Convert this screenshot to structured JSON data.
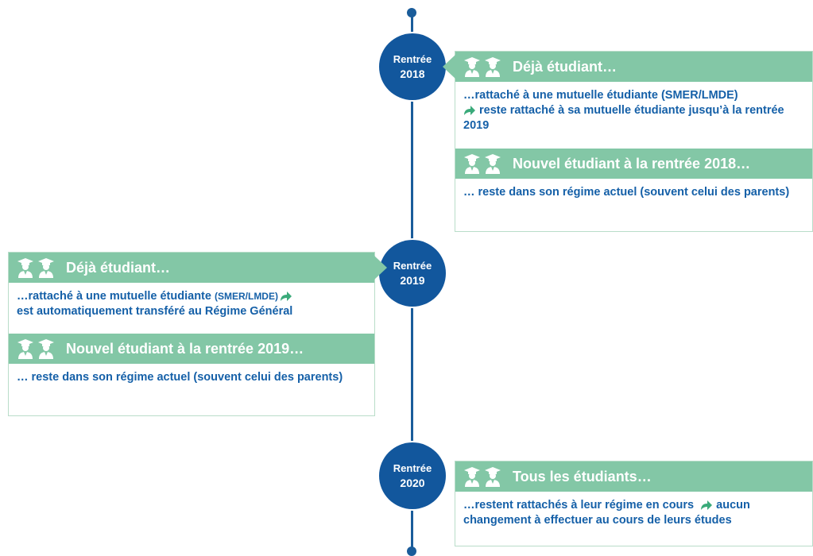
{
  "timeline": [
    {
      "label": "Rentrée",
      "year": "2018"
    },
    {
      "label": "Rentrée",
      "year": "2019"
    },
    {
      "label": "Rentrée",
      "year": "2020"
    }
  ],
  "panels": {
    "p2018_deja": {
      "title": "Déjà étudiant…",
      "line1": "…rattaché à une mutuelle étudiante (SMER/LMDE)",
      "line2": "reste rattaché à sa mutuelle étudiante jusqu’à la rentrée 2019"
    },
    "p2018_nouvel": {
      "title": "Nouvel étudiant à la rentrée 2018…",
      "text": "… reste dans son régime actuel (souvent celui des parents)"
    },
    "p2019_deja": {
      "title": "Déjà étudiant…",
      "line1a": "…rattaché à une mutuelle étudiante",
      "line1b": "(SMER/LMDE)",
      "line2": "est automatiquement transféré au Régime Général"
    },
    "p2019_nouvel": {
      "title": "Nouvel étudiant à la rentrée 2019…",
      "text": "… reste dans son régime actuel (souvent celui des parents)"
    },
    "p2020_tous": {
      "title": "Tous les étudiants…",
      "text_a": "…restent rattachés à leur régime en cours",
      "text_b": "aucun changement à effectuer au cours de leurs études"
    }
  },
  "colors": {
    "navy": "#12579d",
    "green": "#83c7a6",
    "text_blue": "#1560a8",
    "share_arrow": "#3aaa7a"
  },
  "icons": [
    "graduate-icon",
    "share-arrow-icon"
  ]
}
